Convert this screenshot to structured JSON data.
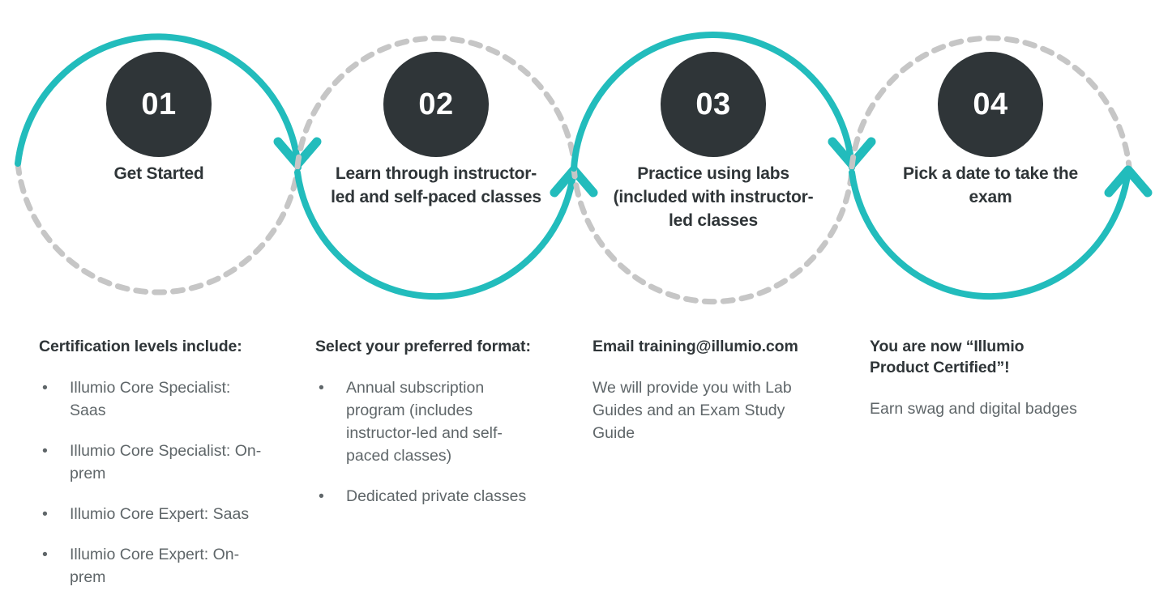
{
  "colors": {
    "teal": "#22bcbc",
    "dash_gray": "#c6c6c6",
    "badge_dark": "#2f3538",
    "heading_dark": "#2f3538",
    "body_gray": "#5f6669",
    "badge_text": "#ffffff"
  },
  "steps": [
    {
      "number": "01",
      "title": "Get Started",
      "arc": "teal-top",
      "arrow": "down-right"
    },
    {
      "number": "02",
      "title": "Learn through instructor-led and self-paced classes",
      "arc": "teal-bottom",
      "arrow": "up-right"
    },
    {
      "number": "03",
      "title": "Practice using labs (included with instructor-led classes",
      "arc": "teal-top",
      "arrow": "down-right"
    },
    {
      "number": "04",
      "title": "Pick a date to take the exam",
      "arc": "teal-bottom",
      "arrow": "up-right"
    }
  ],
  "columns": [
    {
      "heading": "Certification levels include:",
      "paragraph": "",
      "bullets": [
        "Illumio Core Specialist: Saas",
        "Illumio Core Specialist: On-prem",
        "Illumio Core Expert: Saas",
        "Illumio Core Expert: On-prem"
      ]
    },
    {
      "heading": "Select your preferred format:",
      "paragraph": "",
      "bullets": [
        "Annual subscription program (includes instructor-led and self-paced classes)",
        "Dedicated private classes"
      ]
    },
    {
      "heading": "Email training@illumio.com",
      "paragraph": "We will provide you with Lab Guides and an Exam Study Guide",
      "bullets": []
    },
    {
      "heading": "You are now “Illumio Product Certified”!",
      "paragraph": "Earn swag and digital badges",
      "bullets": []
    }
  ],
  "bullet_glyph": "•"
}
